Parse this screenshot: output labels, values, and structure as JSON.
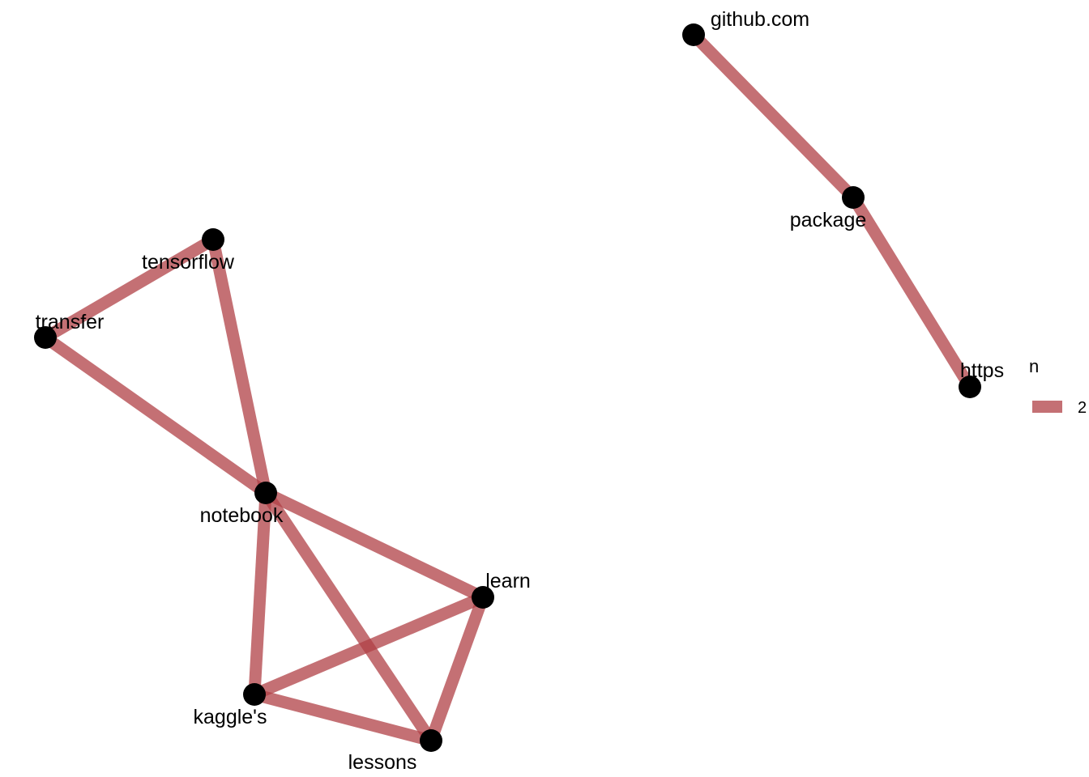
{
  "diagram": {
    "type": "network-graph",
    "edge_color": "#b04045",
    "node_color": "#000000",
    "nodes": [
      {
        "id": "github.com",
        "label": "github.com"
      },
      {
        "id": "package",
        "label": "package"
      },
      {
        "id": "https",
        "label": "https"
      },
      {
        "id": "tensorflow",
        "label": "tensorflow"
      },
      {
        "id": "transfer",
        "label": "transfer"
      },
      {
        "id": "notebook",
        "label": "notebook"
      },
      {
        "id": "learn",
        "label": "learn"
      },
      {
        "id": "kaggle's",
        "label": "kaggle's"
      },
      {
        "id": "lessons",
        "label": "lessons"
      }
    ],
    "edges": [
      {
        "from": "github.com",
        "to": "package",
        "n": 2
      },
      {
        "from": "package",
        "to": "https",
        "n": 2
      },
      {
        "from": "tensorflow",
        "to": "transfer",
        "n": 2
      },
      {
        "from": "tensorflow",
        "to": "notebook",
        "n": 2
      },
      {
        "from": "transfer",
        "to": "notebook",
        "n": 2
      },
      {
        "from": "notebook",
        "to": "learn",
        "n": 2
      },
      {
        "from": "notebook",
        "to": "kaggle's",
        "n": 2
      },
      {
        "from": "notebook",
        "to": "lessons",
        "n": 2
      },
      {
        "from": "kaggle's",
        "to": "learn",
        "n": 2
      },
      {
        "from": "kaggle's",
        "to": "lessons",
        "n": 2
      },
      {
        "from": "learn",
        "to": "lessons",
        "n": 2
      }
    ]
  },
  "legend": {
    "title": "n",
    "items": [
      {
        "label": "2"
      }
    ]
  }
}
